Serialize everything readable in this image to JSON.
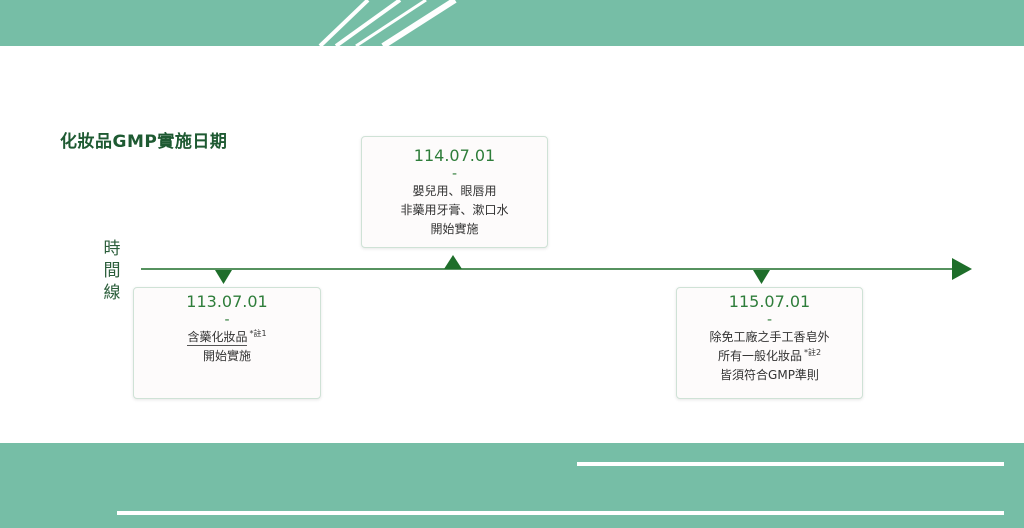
{
  "title": "化妝品GMP實施日期",
  "timeline_label": [
    "時",
    "間",
    "線"
  ],
  "colors": {
    "band": "#76bea6",
    "timeline": "#1e6e2a",
    "date_text": "#2e7d3a",
    "title_text": "#1e5a32"
  },
  "milestones": [
    {
      "date": "113.07.01",
      "separator": "-",
      "lines": [
        {
          "text": "含藥化妝品",
          "note": "*註1"
        },
        {
          "text": "開始實施",
          "note": ""
        }
      ]
    },
    {
      "date": "114.07.01",
      "separator": "-",
      "lines": [
        {
          "text": "嬰兒用、眼唇用",
          "note": ""
        },
        {
          "text": "非藥用牙膏、漱口水",
          "note": ""
        },
        {
          "text": "開始實施",
          "note": ""
        }
      ]
    },
    {
      "date": "115.07.01",
      "separator": "-",
      "lines": [
        {
          "text": "除免工廠之手工香皂外",
          "note": ""
        },
        {
          "text": "所有一般化妝品",
          "note": "*註2"
        },
        {
          "text": "皆須符合GMP準則",
          "note": ""
        }
      ]
    }
  ]
}
